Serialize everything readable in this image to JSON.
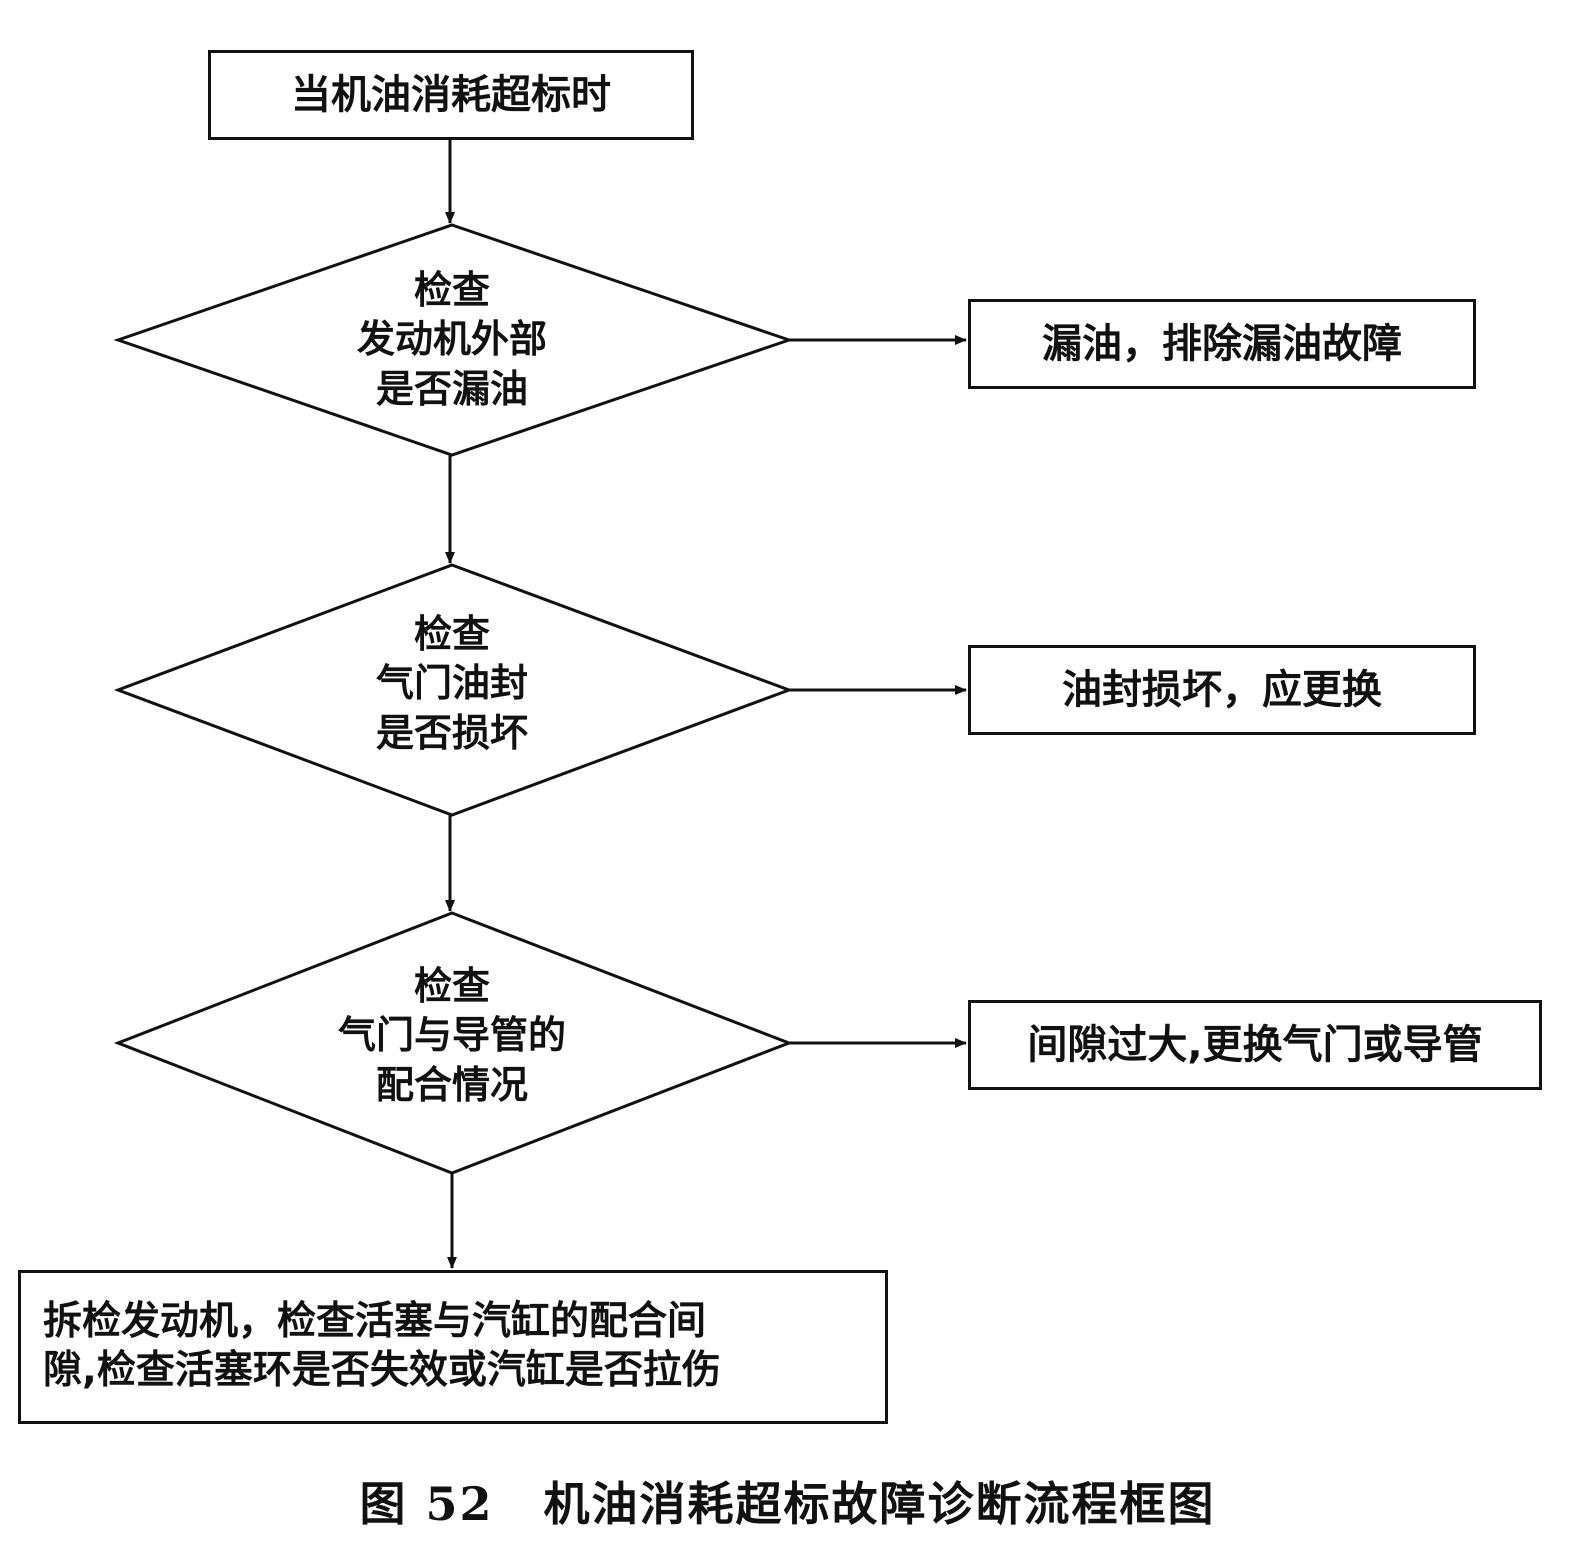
{
  "start": {
    "label": "当机油消耗超标时"
  },
  "checks": [
    {
      "lines": [
        "检查",
        "发动机外部",
        "是否漏油"
      ],
      "result": "漏油，排除漏油故障"
    },
    {
      "lines": [
        "检查",
        "气门油封",
        "是否损坏"
      ],
      "result": "油封损坏，应更换"
    },
    {
      "lines": [
        "检查",
        "气门与导管的",
        "配合情况"
      ],
      "result": "间隙过大,更换气门或导管"
    }
  ],
  "end": {
    "lines": [
      "拆检发动机，检查活塞与汽缸的配合间",
      "隙,检查活塞环是否失效或汽缸是否拉伤"
    ]
  },
  "caption": {
    "number": "图 52",
    "title": "机油消耗超标故障诊断流程框图"
  },
  "colors": {
    "stroke": "#111111",
    "background": "#ffffff"
  }
}
